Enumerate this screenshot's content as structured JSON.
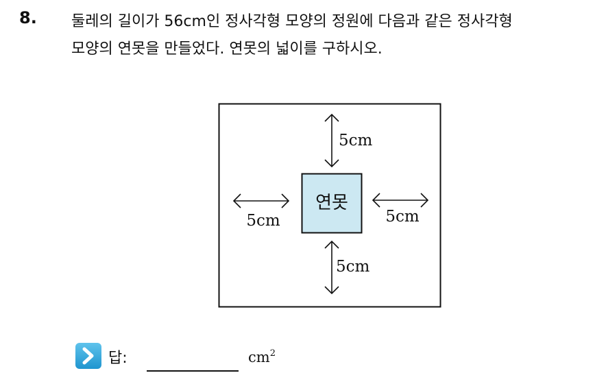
{
  "question": {
    "number": "8.",
    "line1": "둘레의 길이가 56cm인 정사각형 모양의 정원에 다음과 같은 정사각형",
    "line2": "모양의 연못을 만들었다. 연못의 넓이를 구하시오."
  },
  "diagram": {
    "pond_label": "연못",
    "top_label": "5cm",
    "left_label": "5cm",
    "right_label": "5cm",
    "bottom_label": "5cm",
    "pond_color": "#cce8f2"
  },
  "answer": {
    "icon": "chevron-right-icon",
    "label": "답:",
    "unit": "cm",
    "unit_exponent": "2",
    "icon_color": "#2aa7dc"
  }
}
